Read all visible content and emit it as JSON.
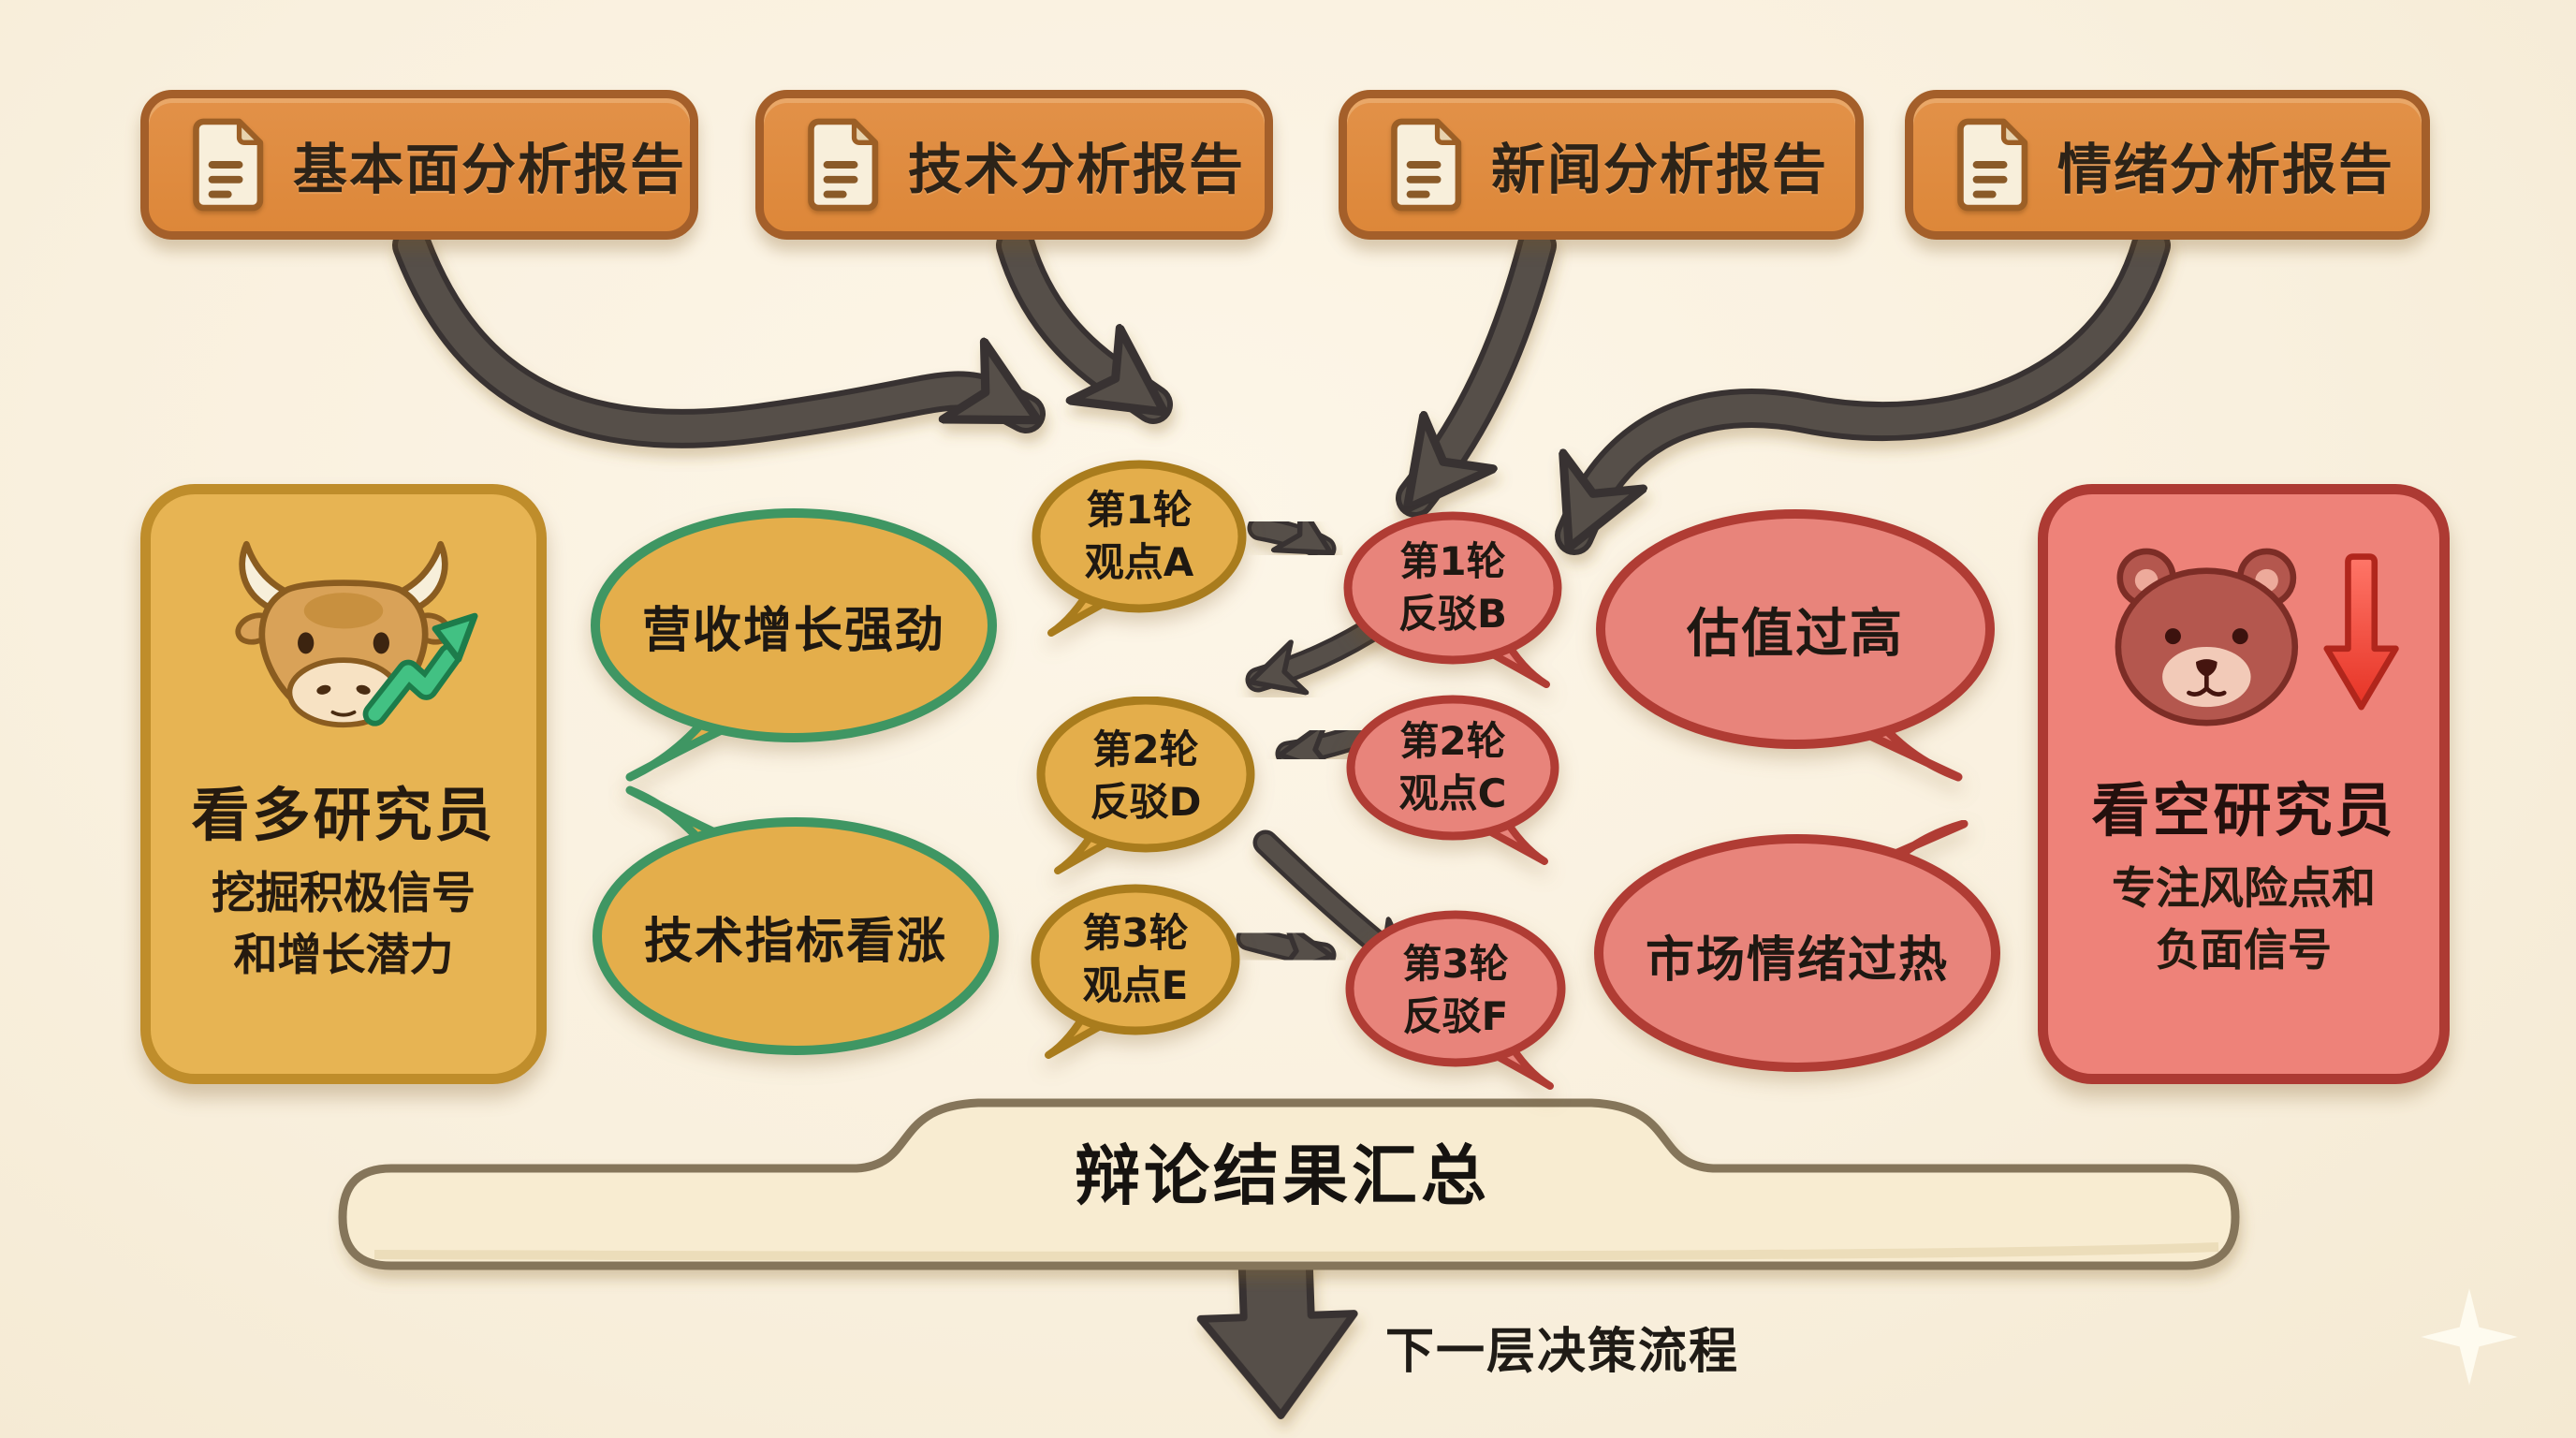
{
  "reports": [
    {
      "label": "基本面分析报告"
    },
    {
      "label": "技术分析报告"
    },
    {
      "label": "新闻分析报告"
    },
    {
      "label": "情绪分析报告"
    }
  ],
  "bull_researcher": {
    "title": "看多研究员",
    "desc": [
      "挖掘积极信号",
      "和增长潜力"
    ],
    "points": [
      "营收增长强劲",
      "技术指标看涨"
    ]
  },
  "bear_researcher": {
    "title": "看空研究员",
    "desc": [
      "专注风险点和",
      "负面信号"
    ],
    "points": [
      "估值过高",
      "市场情绪过热"
    ]
  },
  "debate": {
    "a": {
      "line1": "第1轮",
      "line2": "观点A"
    },
    "b": {
      "line1": "第1轮",
      "line2": "反驳B"
    },
    "c": {
      "line1": "第2轮",
      "line2": "观点C"
    },
    "d": {
      "line1": "第2轮",
      "line2": "反驳D"
    },
    "e": {
      "line1": "第3轮",
      "line2": "观点E"
    },
    "f": {
      "line1": "第3轮",
      "line2": "反驳F"
    }
  },
  "summary_banner": {
    "label": "辩论结果汇总"
  },
  "next_step": {
    "label": "下一层决策流程"
  },
  "colors": {
    "background": "#f9f0de",
    "report_fill": "#df8a40",
    "report_border": "#a45f2a",
    "bull_fill": "#e7b453",
    "bull_border": "#bf8d2b",
    "bull_bubble_border": "#3f9663",
    "bear_fill": "#ee8279",
    "bear_border": "#ad3a33",
    "arrow": "#56504a",
    "banner_fill": "#f8ecd1",
    "banner_border": "#85755a",
    "up_trend": "#42c183",
    "down_trend": "#e63325"
  }
}
